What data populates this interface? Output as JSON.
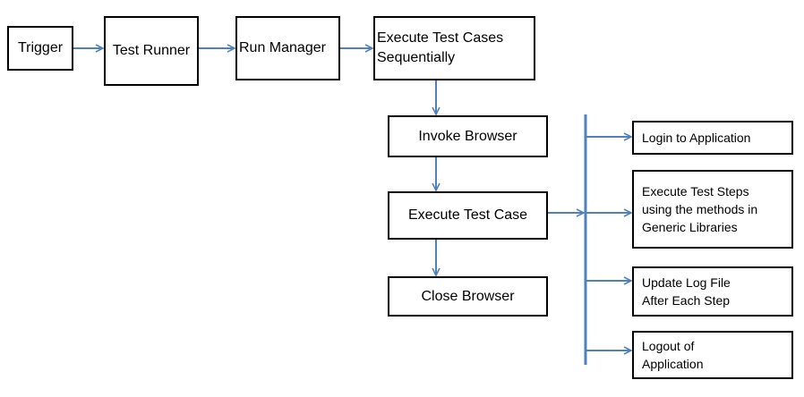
{
  "diagram": {
    "trigger": "Trigger",
    "test_runner": "Test Runner",
    "run_manager": "Run Manager",
    "execute_test_cases": "Execute Test Cases\nSequentially",
    "invoke_browser": "Invoke Browser",
    "execute_test_case": "Execute Test Case",
    "close_browser": "Close Browser",
    "login": "Login to Application",
    "execute_steps": "Execute Test Steps\nusing the methods  in\nGeneric Libraries",
    "update_log": "Update Log File\nAfter Each Step",
    "logout": "Logout of\nApplication"
  },
  "colors": {
    "connector": "#4f81bd",
    "box_border": "#000000"
  }
}
